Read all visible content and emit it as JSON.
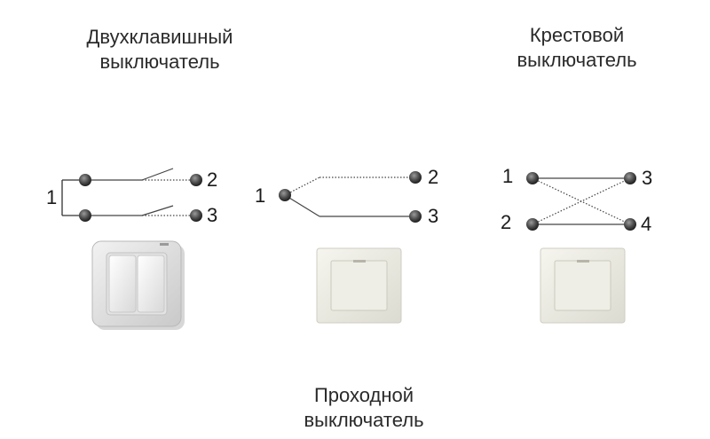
{
  "labels": {
    "double_switch": [
      "Двухклавишный",
      "выключатель"
    ],
    "cross_switch": [
      "Крестовой",
      "выключатель"
    ],
    "pass_switch": [
      "Проходной",
      "выключатель"
    ]
  },
  "double_switch": {
    "input": "1",
    "out_a": "2",
    "out_b": "3"
  },
  "pass_switch": {
    "input": "1",
    "out_a": "2",
    "out_b": "3"
  },
  "cross_switch": {
    "in_a": "1",
    "in_b": "2",
    "out_a": "3",
    "out_b": "4"
  }
}
